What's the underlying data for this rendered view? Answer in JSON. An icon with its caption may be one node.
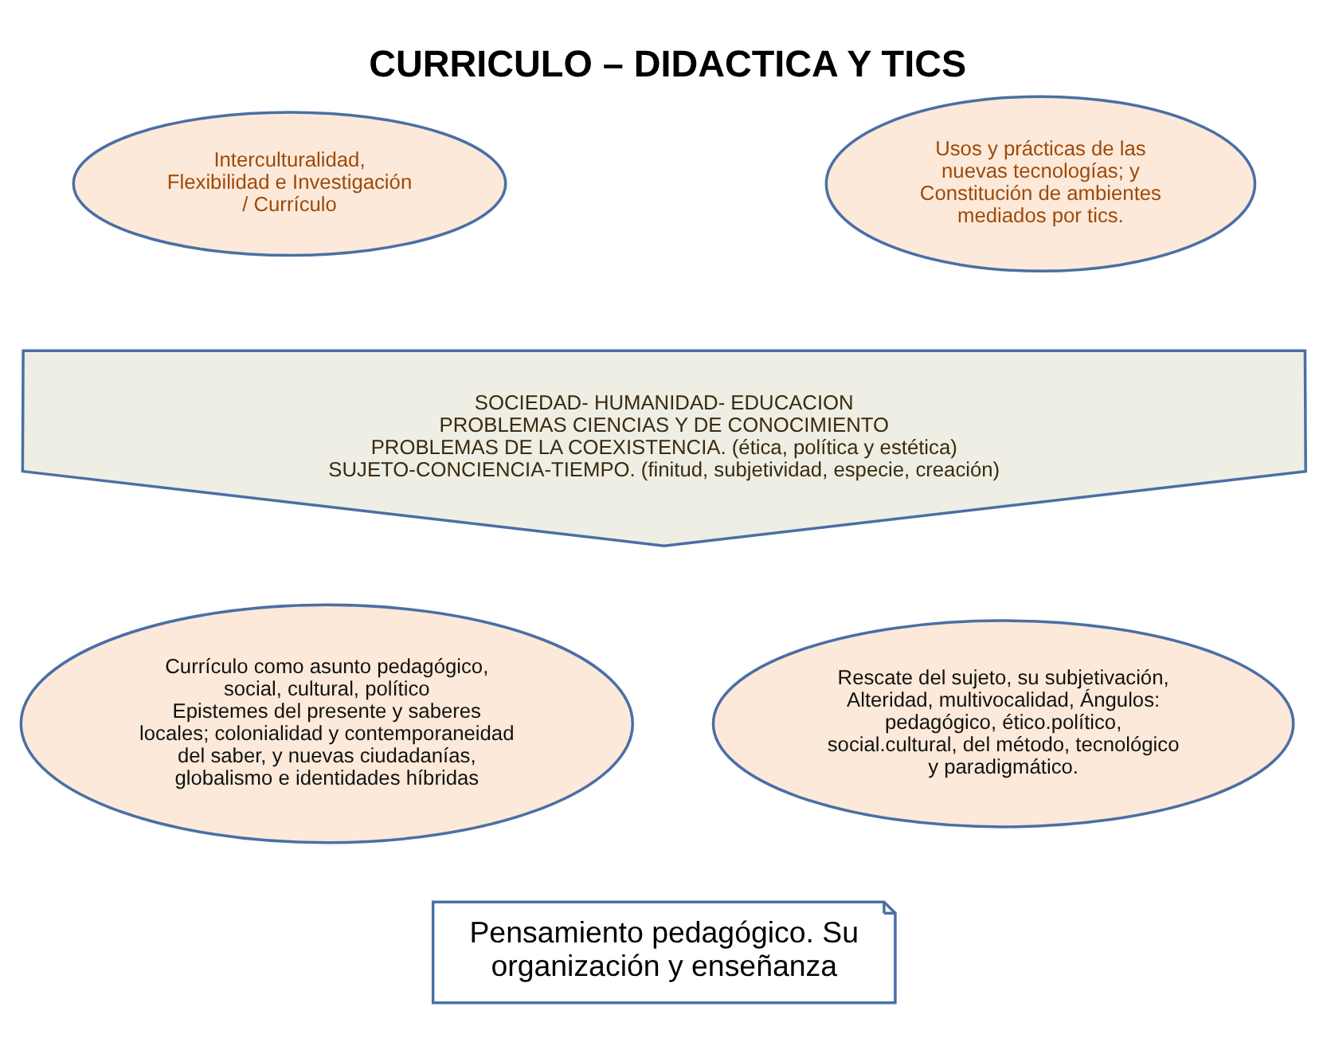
{
  "diagram": {
    "title": "CURRICULO – DIDACTICA Y TICS",
    "nodes": [
      {
        "text": [
          "Interculturalidad, Flexibilidad e Investigación / Currículo"
        ]
      },
      {
        "text": [
          "Usos y prácticas de las nuevas tecnologías; y Constitución de ambientes mediados por tics."
        ]
      },
      {
        "text": [
          "SOCIEDAD- HUMANIDAD- EDUCACION",
          "PROBLEMAS CIENCIAS Y DE CONOCIMIENTO",
          "PROBLEMAS DE LA COEXISTENCIA. (ética, política y estética)",
          "SUJETO-CONCIENCIA-TIEMPO. (finitud, subjetividad, especie, creación)"
        ]
      },
      {
        "text": [
          "Currículo como asunto pedagógico, social, cultural, político",
          "Epistemes del presente y saberes locales; colonialidad y contemporaneidad del saber, y nuevas ciudadanías, globalismo e identidades híbridas"
        ]
      },
      {
        "text": [
          "Rescate del sujeto, su subjetivación, Alteridad, multivocalidad, Ángulos: pedagógico, ético.político, social.cultural, del método, tecnológico y paradigmático."
        ]
      },
      {
        "text": [
          "Pensamiento pedagógico. Su organización y enseñanza"
        ]
      }
    ]
  }
}
